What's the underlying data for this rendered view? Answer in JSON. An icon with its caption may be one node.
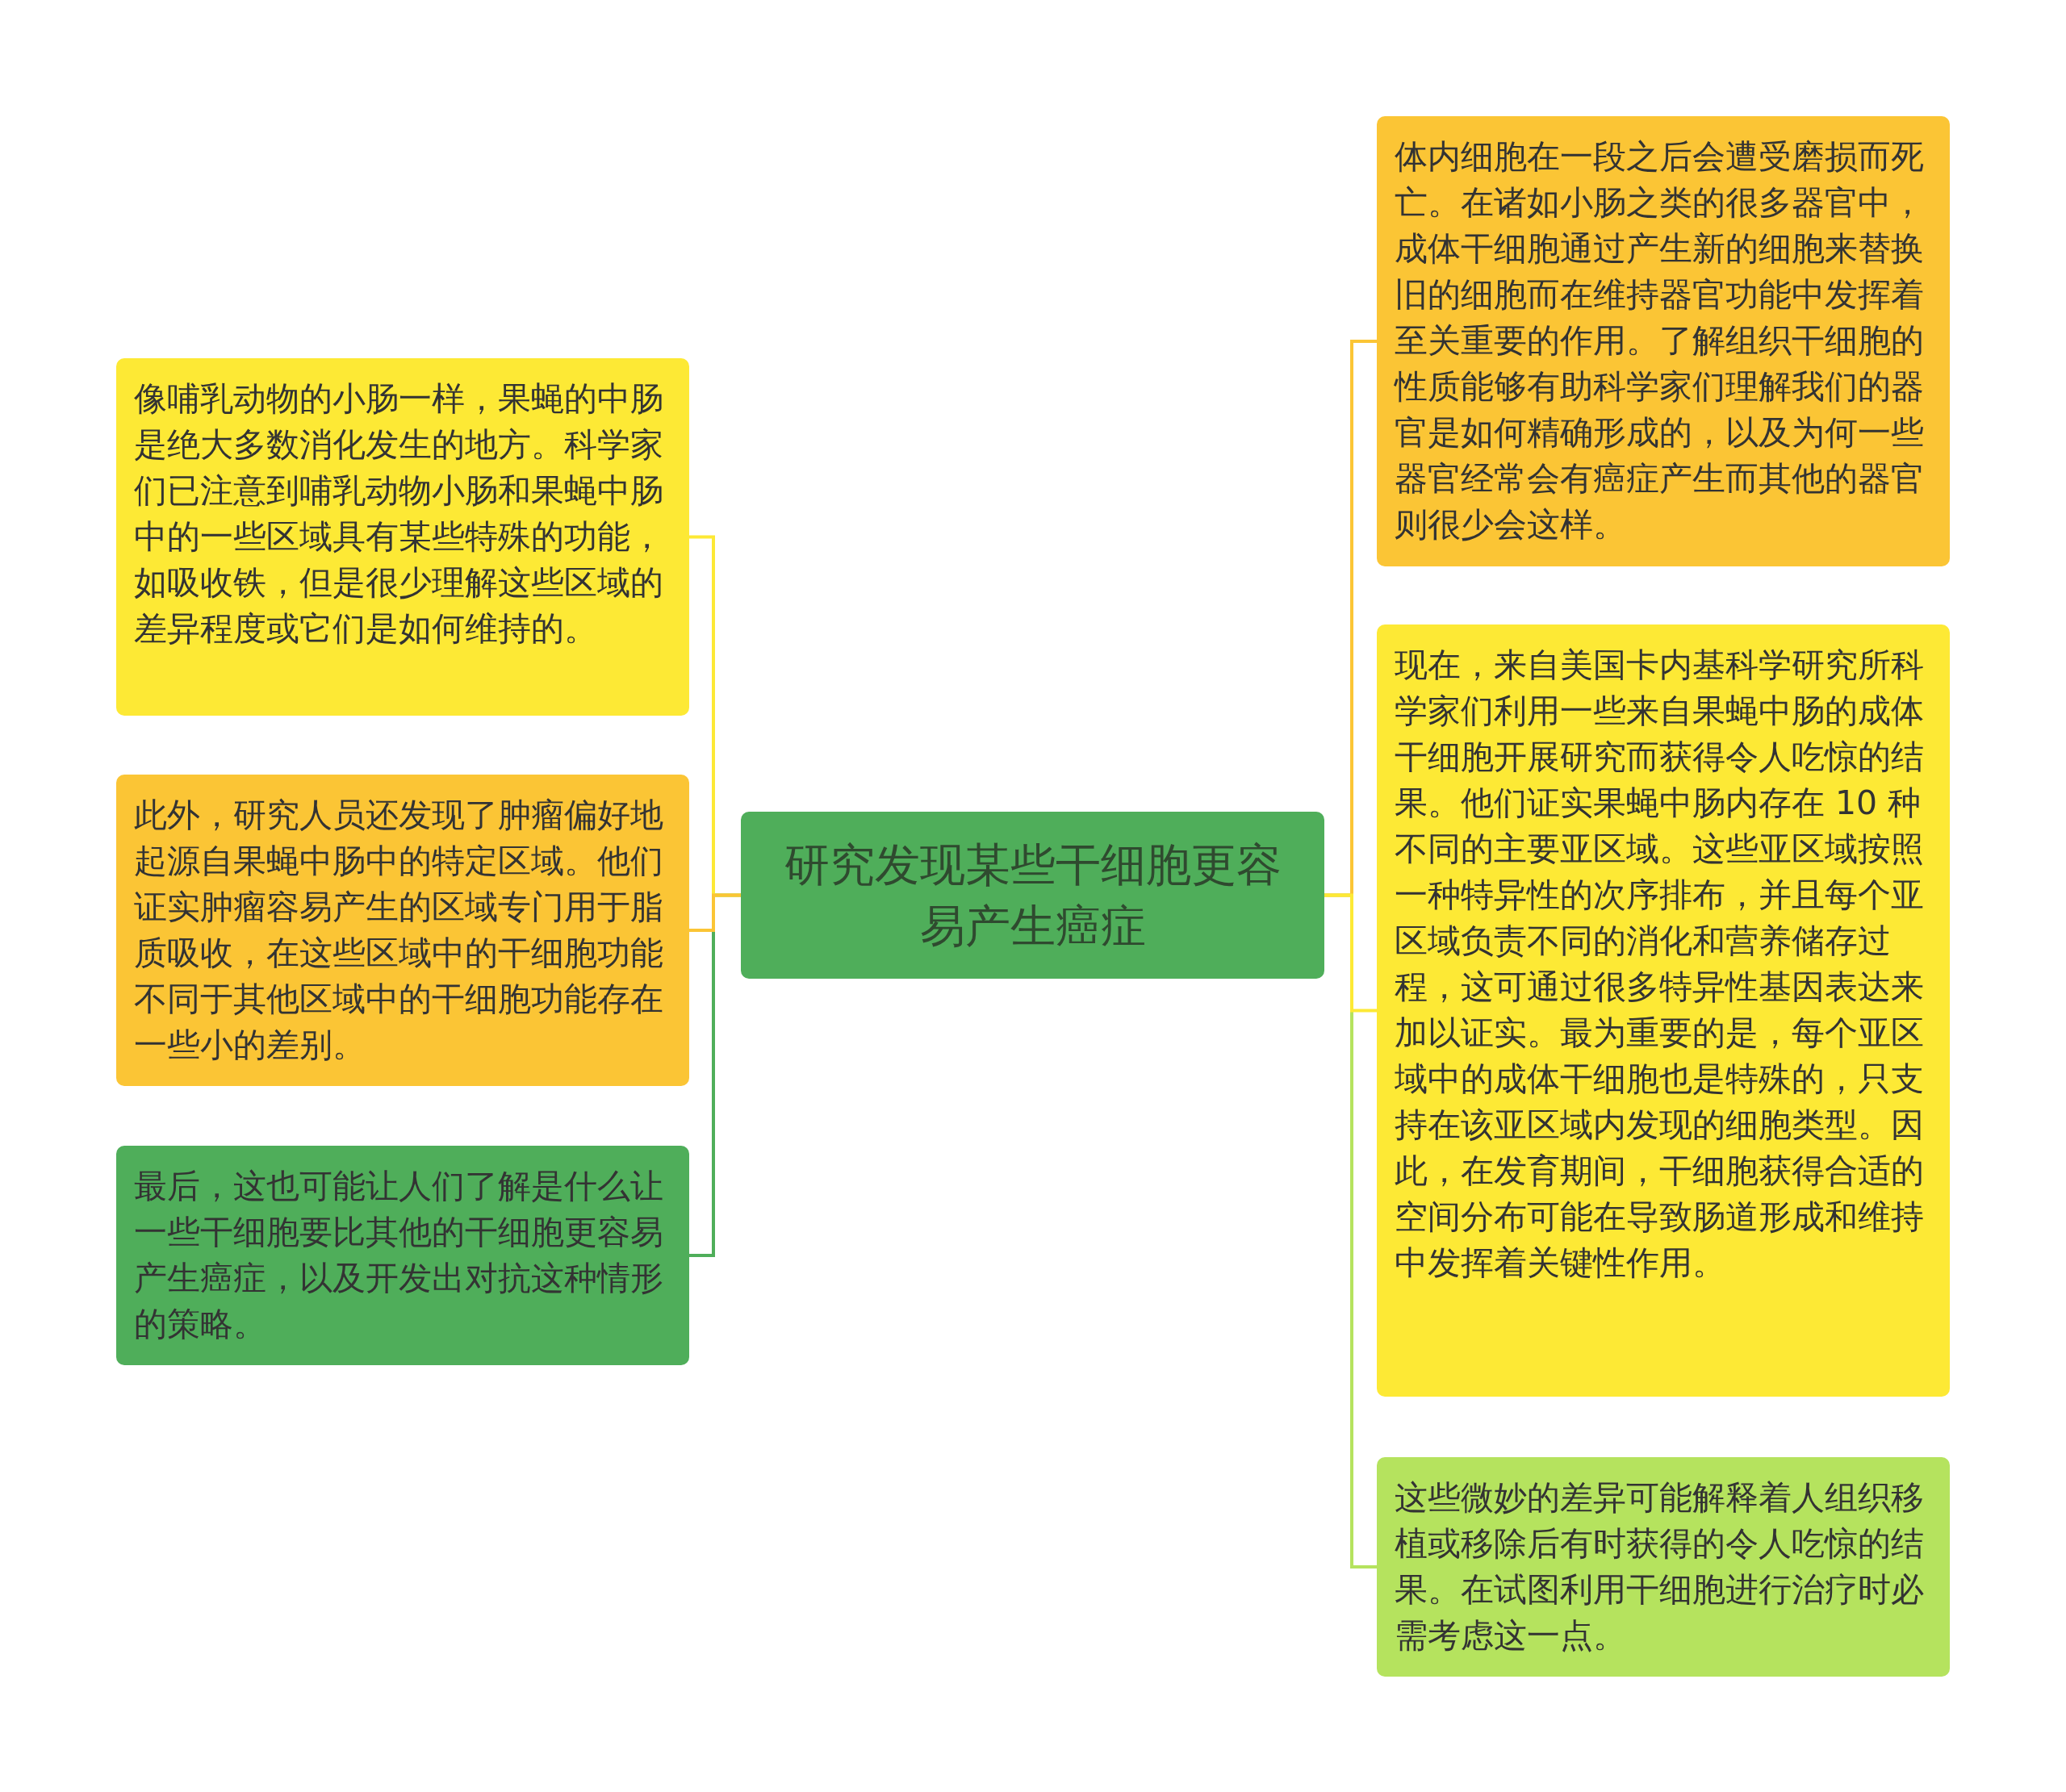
{
  "diagram": {
    "nodes": [
      {
        "text": [
          "研究发现某些干细胞更容易产生癌症"
        ]
      },
      {
        "text": [
          "像哺乳动物的小肠一样，果蝇的中肠是绝大多数消化发生的地方。科学家们已注意到哺乳动物小肠和果蝇中肠中的一些区域具有某些特殊的功能，如吸收铁，但是很少理解这些区域的差异程度或它们是如何维持的。"
        ]
      },
      {
        "text": [
          "此外，研究人员还发现了肿瘤偏好地起源自果蝇中肠中的特定区域。他们证实肿瘤容易产生的区域专门用于脂质吸收，在这些区域中的干细胞功能不同于其他区域中的干细胞功能存在一些小的差别。"
        ]
      },
      {
        "text": [
          "最后，这也可能让人们了解是什么让一些干细胞要比其他的干细胞更容易产生癌症，以及开发出对抗这种情形的策略。"
        ]
      },
      {
        "text": [
          "体内细胞在一段之后会遭受磨损而死亡。在诸如小肠之类的很多器官中，成体干细胞通过产生新的细胞来替换旧的细胞而在维持器官功能中发挥着至关重要的作用。了解组织干细胞的性质能够有助科学家们理解我们的器官是如何精确形成的，以及为何一些器官经常会有癌症产生而其他的器官则很少会这样。"
        ]
      },
      {
        "text": [
          "现在，来自美国卡内基科学研究所科学家们利用一些来自果蝇中肠的成体干细胞开展研究而获得令人吃惊的结果。他们证实果蝇中肠内存在 10 种不同的主要亚区域。这些亚区域按照一种特异性的次序排布，并且每个亚区域负责不同的消化和营养储存过程，这可通过很多特异性基因表达来加以证实。最为重要的是，每个亚区域中的成体干细胞也是特殊的，只支持在该亚区域内发现的细胞类型。因此，在发育期间，干细胞获得合适的空间分布可能在导致肠道形成和维持中发挥着关键性作用。"
        ]
      },
      {
        "text": [
          "这些微妙的差异可能解释着人组织移植或移除后有时获得的令人吃惊的结果。在试图利用干细胞进行治疗时必需考虑这一点。"
        ]
      }
    ],
    "edges": [
      {
        "from": 0,
        "to": 1,
        "arrow": "none",
        "color": "#fde935"
      },
      {
        "from": 0,
        "to": 2,
        "arrow": "none",
        "color": "#fbc535"
      },
      {
        "from": 0,
        "to": 3,
        "arrow": "none",
        "color": "#4fae5a"
      },
      {
        "from": 0,
        "to": 4,
        "arrow": "none",
        "color": "#fbc535"
      },
      {
        "from": 0,
        "to": 5,
        "arrow": "none",
        "color": "#fde935"
      },
      {
        "from": 0,
        "to": 6,
        "arrow": "none",
        "color": "#b5e35e"
      }
    ]
  }
}
